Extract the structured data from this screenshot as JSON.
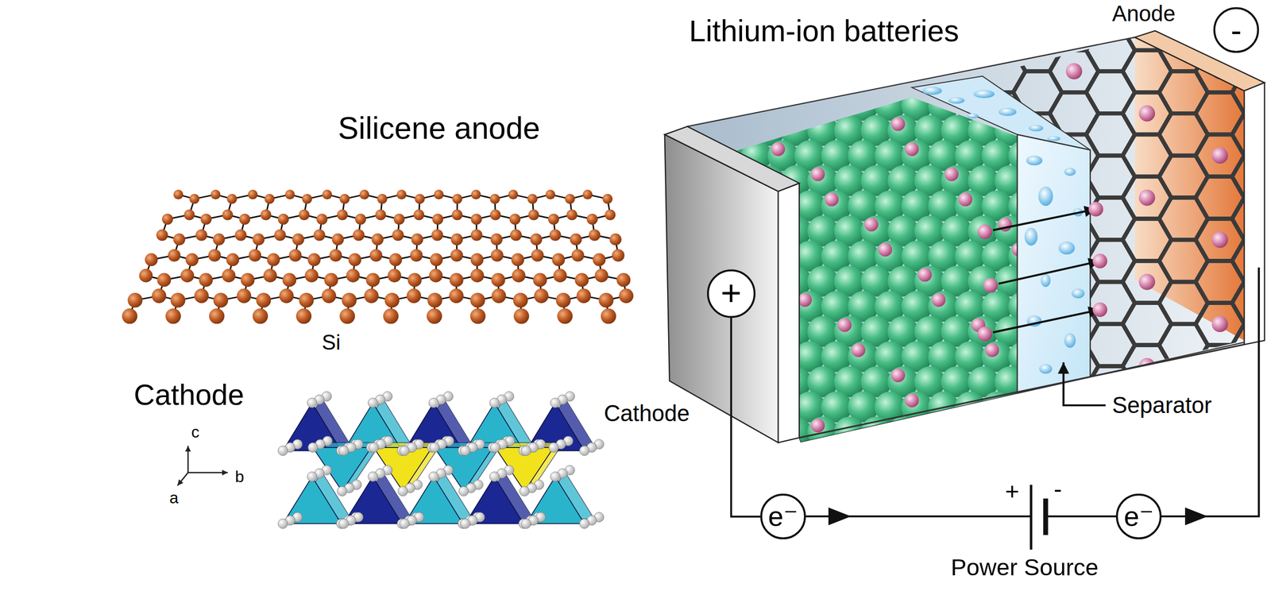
{
  "diagram": {
    "nodes": [
      {
        "text": [
          "-"
        ]
      },
      {
        "text": [
          "+"
        ]
      },
      {
        "text": [
          "e⁻"
        ]
      },
      {
        "text": [
          "e⁻"
        ]
      }
    ],
    "edges": [
      {
        "from": 1,
        "to": 2,
        "arrow": "none"
      }
    ],
    "labels": [
      "Anode",
      "Lithium-ion batteries",
      "Silicene anode",
      "Si",
      "Cathode",
      "c",
      "b",
      "a",
      "Cathode",
      "Separator",
      "+",
      "-",
      "Power Source"
    ]
  }
}
